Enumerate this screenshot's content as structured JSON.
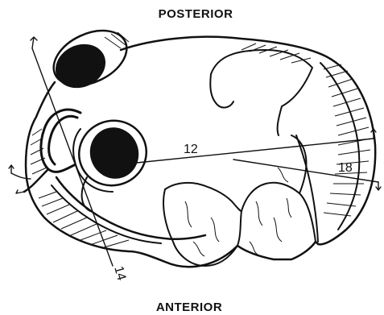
{
  "labels": {
    "top": "POSTERIOR",
    "bottom": "ANTERIOR",
    "callouts": [
      "12",
      "18",
      "14"
    ]
  },
  "colors": {
    "ink": "#111111",
    "paper": "#ffffff",
    "vessel": "#1a1a1a"
  }
}
